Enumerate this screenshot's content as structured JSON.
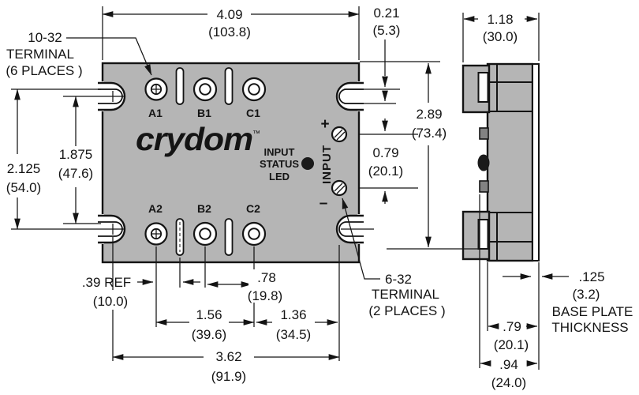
{
  "front": {
    "brand": "crydom",
    "brand_tm": "™",
    "terminals": {
      "a1": "A1",
      "b1": "B1",
      "c1": "C1",
      "a2": "A2",
      "b2": "B2",
      "c2": "C2"
    },
    "led": {
      "l1": "INPUT",
      "l2": "STATUS",
      "l3": "LED"
    },
    "input": {
      "label": "INPUT",
      "plus": "+",
      "minus": "–"
    }
  },
  "callouts": {
    "t1032": {
      "l1": "10-32",
      "l2": "TERMINAL",
      "l3": "(6 PLACES )"
    },
    "t632": {
      "l1": "6-32",
      "l2": "TERMINAL",
      "l3": "(2 PLACES )"
    },
    "baseplate": {
      "l1": "BASE PLATE",
      "l2": "THICKNESS"
    }
  },
  "dims": {
    "width": {
      "in": "4.09",
      "mm": "(103.8)"
    },
    "slot": {
      "in": "0.21",
      "mm": "(5.3)"
    },
    "depth": {
      "in": "1.18",
      "mm": "(30.0)"
    },
    "height": {
      "in": "2.89",
      "mm": "(73.4)"
    },
    "input_gap": {
      "in": "0.79",
      "mm": "(20.1)"
    },
    "mount_v": {
      "in": "2.125",
      "mm": "(54.0)"
    },
    "term_v": {
      "in": "1.875",
      "mm": "(47.6)"
    },
    "ref": {
      "in": ".39 REF",
      "mm": "(10.0)"
    },
    "bc": {
      "in": ".78",
      "mm": "(19.8)"
    },
    "ac": {
      "in": "1.56",
      "mm": "(39.6)"
    },
    "cs": {
      "in": "1.36",
      "mm": "(34.5)"
    },
    "mount_h": {
      "in": "3.62",
      "mm": "(91.9)"
    },
    "plate": {
      "in": ".125",
      "mm": "(3.2)"
    },
    "body_d": {
      "in": ".79",
      "mm": "(20.1)"
    },
    "total_d": {
      "in": ".94",
      "mm": "(24.0)"
    }
  },
  "colors": {
    "body": "#b5b5b5",
    "line": "#141414",
    "logo": "#4b4b4b",
    "led": "#1a1a1a"
  }
}
